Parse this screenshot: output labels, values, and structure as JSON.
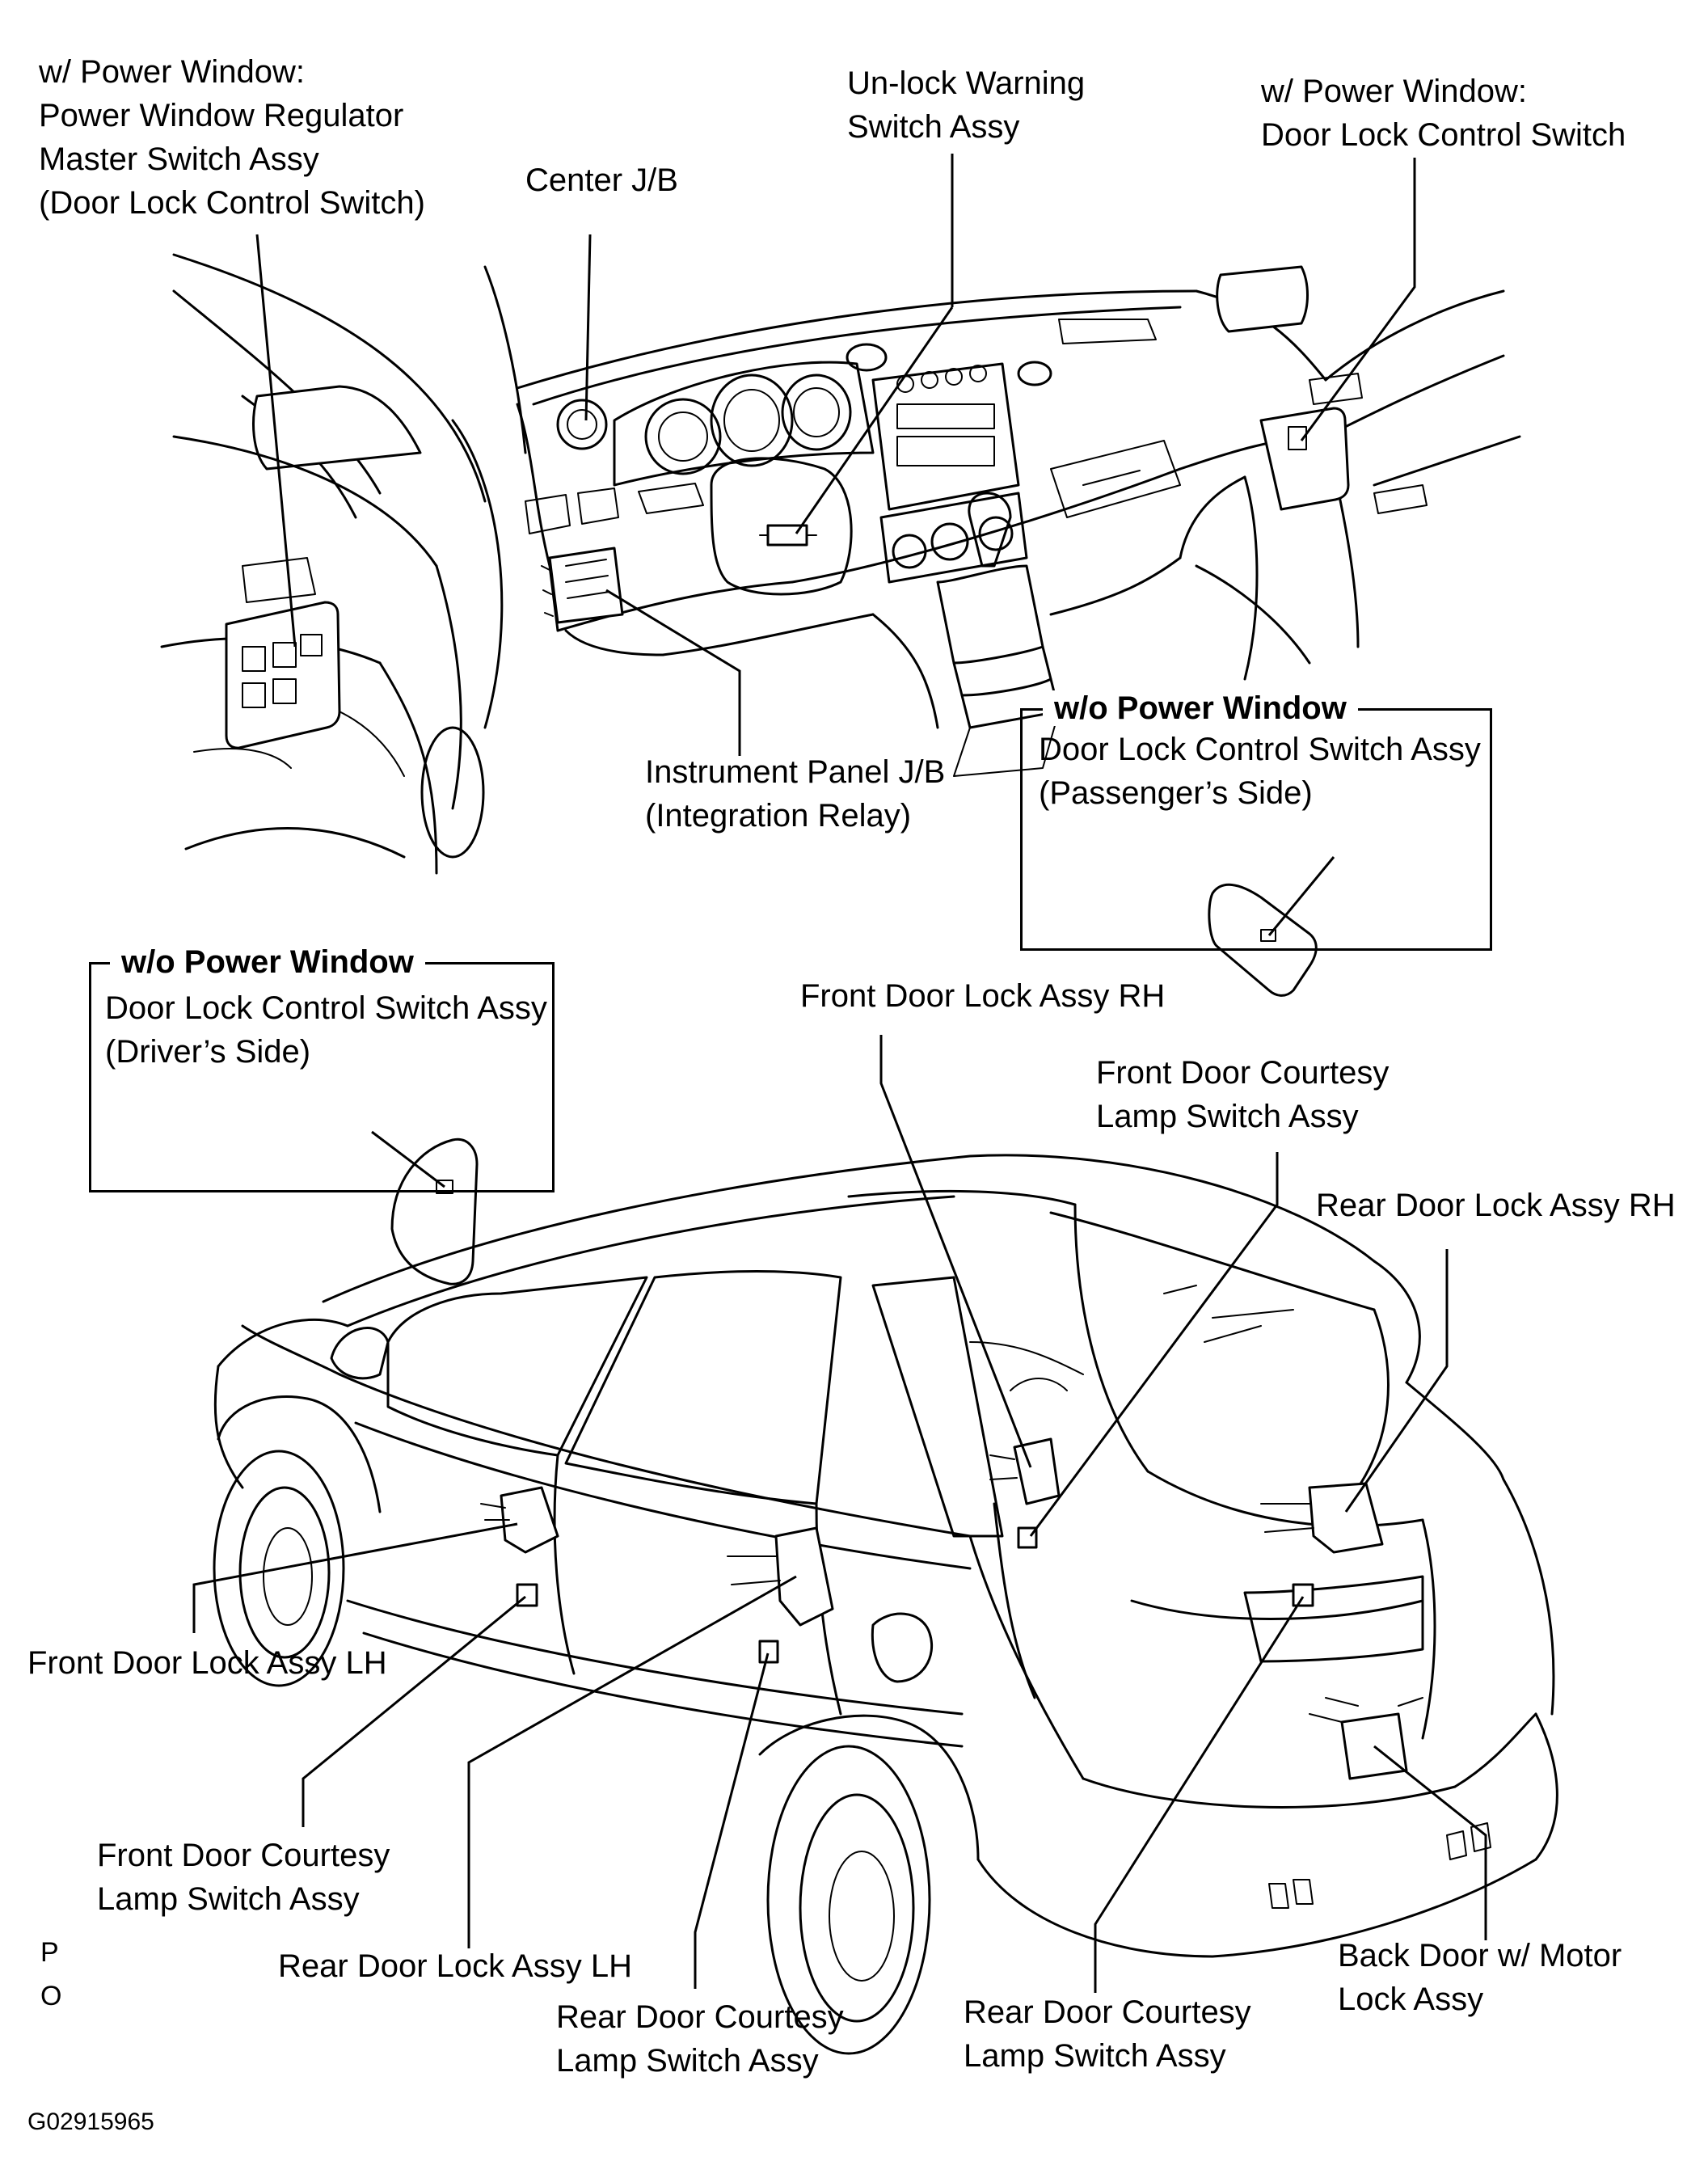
{
  "labels": {
    "pw_master": [
      "w/ Power Window:",
      "Power Window Regulator",
      "Master Switch Assy",
      "(Door Lock Control Switch)"
    ],
    "center_jb": [
      "Center J/B"
    ],
    "unlock_warning": [
      "Un-lock  Warning",
      "Switch Assy"
    ],
    "pw_door_lock": [
      "w/ Power Window:",
      "Door Lock Control Switch"
    ],
    "instrument_jb": [
      "Instrument Panel J/B",
      "(Integration Relay)"
    ],
    "wo_pw_passenger_title": "w/o Power Window",
    "wo_pw_passenger": [
      "Door Lock Control Switch Assy",
      "(Passenger’s Side)"
    ],
    "wo_pw_driver_title": "w/o Power Window",
    "wo_pw_driver": [
      "Door Lock Control Switch Assy",
      "(Driver’s Side)"
    ],
    "front_lock_rh": [
      "Front Door Lock Assy RH"
    ],
    "front_courtesy_rh": [
      "Front Door Courtesy",
      "Lamp Switch Assy"
    ],
    "rear_lock_rh": [
      "Rear Door Lock Assy RH"
    ],
    "front_lock_lh": [
      "Front Door Lock Assy LH"
    ],
    "front_courtesy_lh": [
      "Front Door Courtesy",
      "Lamp Switch Assy"
    ],
    "rear_lock_lh": [
      "Rear Door Lock Assy LH"
    ],
    "rear_courtesy_lh": [
      "Rear Door Courtesy",
      "Lamp Switch Assy"
    ],
    "rear_courtesy_rh": [
      "Rear Door Courtesy",
      "Lamp Switch Assy"
    ],
    "back_door": [
      "Back Door w/ Motor",
      "Lock Assy"
    ],
    "corner_mark": [
      "P",
      "O"
    ],
    "figure_code": "G02915965"
  }
}
